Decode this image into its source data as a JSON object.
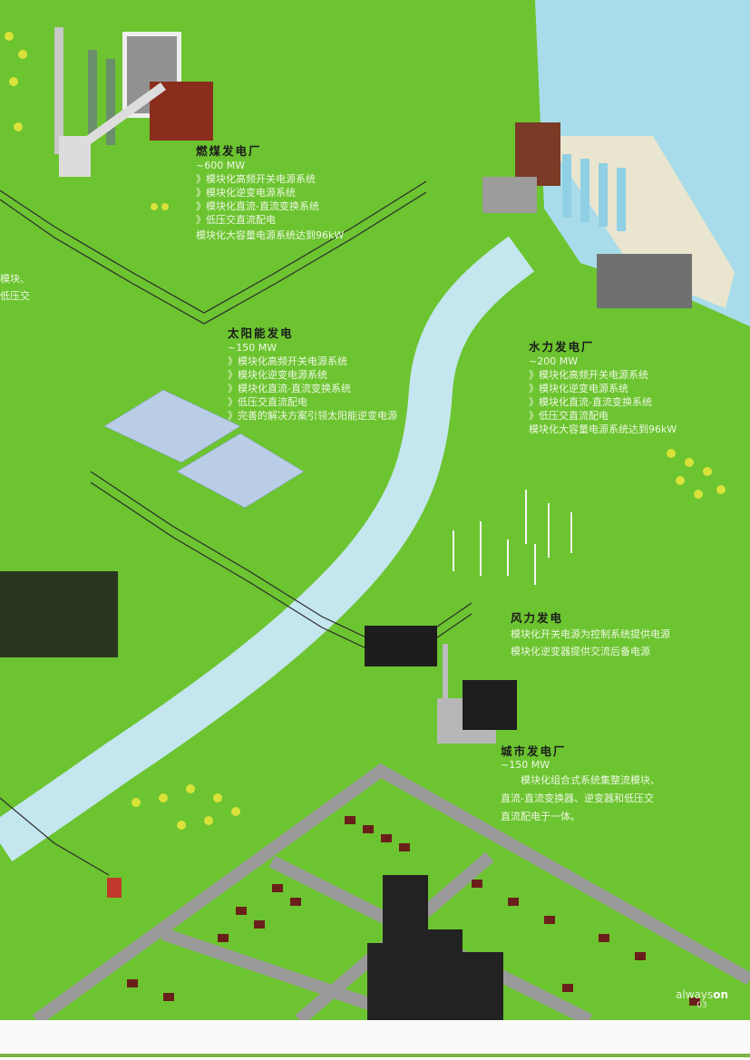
{
  "coal_plant": {
    "title": "燃煤发电厂",
    "capacity": "~600 MW",
    "items": [
      "模块化高频开关电源系统",
      "模块化逆变电源系统",
      "模块化直流-直流变换系统",
      "低压交直流配电"
    ],
    "note": "模块化大容量电源系统达到96kW"
  },
  "side_fragment": {
    "line1": "模块、",
    "line2": "低压交"
  },
  "solar": {
    "title": "太阳能发电",
    "capacity": "~150 MW",
    "items": [
      "模块化高频开关电源系统",
      "模块化逆变电源系统",
      "模块化直流-直流变换系统",
      "低压交直流配电",
      "完善的解决方案引领太阳能逆变电源"
    ]
  },
  "hydro": {
    "title": "水力发电厂",
    "capacity": "~200 MW",
    "items": [
      "模块化高频开关电源系统",
      "模块化逆变电源系统",
      "模块化直流-直流变换系统",
      "低压交直流配电"
    ],
    "note": "模块化大容量电源系统达到96kW"
  },
  "wind": {
    "title": "风力发电",
    "lines": [
      "模块化开关电源为控制系统提供电源",
      "模块化逆变器提供交流后备电源"
    ]
  },
  "city_plant": {
    "title": "城市发电厂",
    "capacity": "~150 MW",
    "lines": [
      "模块化组合式系统集整流模块、",
      "直流-直流变换器、逆变器和低压交",
      "直流配电于一体。"
    ]
  },
  "footer": {
    "brand_a": "always",
    "brand_b": "on",
    "page": "03"
  },
  "colors": {
    "grass": "#6cc430",
    "river": "#c4e6ee",
    "sky": "#a9dcea",
    "road": "#9a9a9a"
  }
}
